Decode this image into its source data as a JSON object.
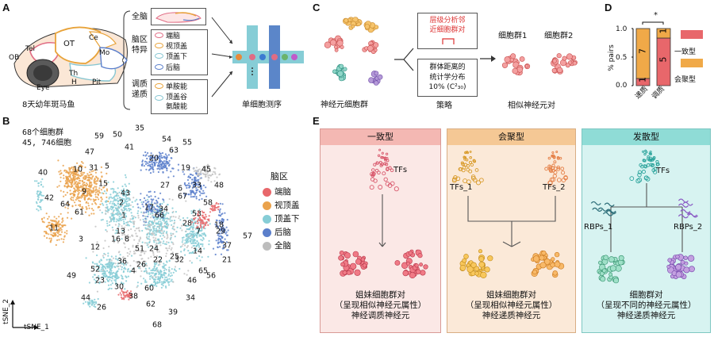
{
  "labels": {
    "A": "A",
    "B": "B",
    "C": "C",
    "D": "D",
    "E": "E"
  },
  "panelA": {
    "regions": {
      "OB": "OB",
      "Tel": "Tel",
      "OT": "OT",
      "Ce": "Ce",
      "Mo": "Mo",
      "Th": "Th",
      "H": "H",
      "Pit": "Pit",
      "Eye": "Eye"
    },
    "caption": "8天幼年斑马鱼",
    "whole": "全脑",
    "regionSpecific": "脑区\n特异",
    "regionItems": [
      "端脑",
      "视顶盖",
      "顶盖下",
      "后脑"
    ],
    "modulatory": "调质\n递质",
    "modItems": [
      "单胺能",
      "顶盖谷\n氨酸能"
    ],
    "seq": "单细胞测序"
  },
  "panelC": {
    "population": "神经元细胞群",
    "strategy": "策略",
    "box1": "层级分析邻\n近细胞群对",
    "box2": "群体距离的\n统计学分布\n10% (C²₃₀)",
    "group1": "细胞群1",
    "group2": "细胞群2",
    "pairs": "相似神经元对"
  },
  "panelD": {
    "ylabel": "% pairs",
    "yticks": [
      "0.0",
      "0.5",
      "1.0"
    ],
    "categories": [
      "递质",
      "调质"
    ],
    "sig": "*",
    "legend": [
      "一致型",
      "会聚型"
    ],
    "colors": {
      "consistent": "#e8676b",
      "convergent": "#f0a948"
    }
  },
  "chart_data": {
    "type": "bar",
    "categories": [
      "递质",
      "调质"
    ],
    "series": [
      {
        "name": "一致型",
        "values": [
          1,
          5
        ],
        "color": "#e8676b"
      },
      {
        "name": "会聚型",
        "values": [
          7,
          1
        ],
        "color": "#f0a948"
      }
    ],
    "ylabel": "% pairs",
    "ylim": [
      0,
      1.0
    ]
  },
  "panelB": {
    "info1": "68个细胞群",
    "info2": "45, 746细胞",
    "legendTitle": "脑区",
    "legend": [
      {
        "name": "端脑",
        "color": "#e8676b"
      },
      {
        "name": "视顶盖",
        "color": "#eaa24c"
      },
      {
        "name": "顶盖下",
        "color": "#86cdd6"
      },
      {
        "name": "后脑",
        "color": "#5b7fcb"
      },
      {
        "name": "全脑",
        "color": "#bdbdbd"
      }
    ],
    "xlabel": "tSNE_1",
    "ylabel": "tSNE_2",
    "clusters": [
      "59",
      "50",
      "35",
      "47",
      "41",
      "54",
      "55",
      "20",
      "63",
      "40",
      "10",
      "31",
      "5",
      "45",
      "19",
      "48",
      "42",
      "64",
      "9",
      "15",
      "43",
      "27",
      "6",
      "33",
      "58",
      "2",
      "17",
      "34",
      "66",
      "53",
      "61",
      "1",
      "67",
      "28",
      "18",
      "29",
      "57",
      "11",
      "3",
      "7",
      "14",
      "24",
      "22",
      "8",
      "26",
      "32",
      "13",
      "16",
      "12",
      "4",
      "51",
      "21",
      "25",
      "37",
      "52",
      "36",
      "65",
      "56",
      "49",
      "23",
      "30",
      "46",
      "60",
      "44",
      "38",
      "62",
      "34",
      "26",
      "39",
      "68"
    ]
  },
  "panelE": {
    "titles": [
      "一致型",
      "会聚型",
      "发散型"
    ],
    "tf": "TFs",
    "tf1": "TFs_1",
    "tf2": "TFs_2",
    "rbp1": "RBPs_1",
    "rbp2": "RBPs_2",
    "desc1": [
      "姐妹细胞群对",
      "（呈现相似神经元属性）",
      "神经调质神经元"
    ],
    "desc2": [
      "姐妹细胞群对",
      "（呈现相似神经元属性）",
      "神经递质神经元"
    ],
    "desc3": [
      "细胞群对",
      "（呈现不同的神经元属性）",
      "神经递质神经元"
    ]
  }
}
